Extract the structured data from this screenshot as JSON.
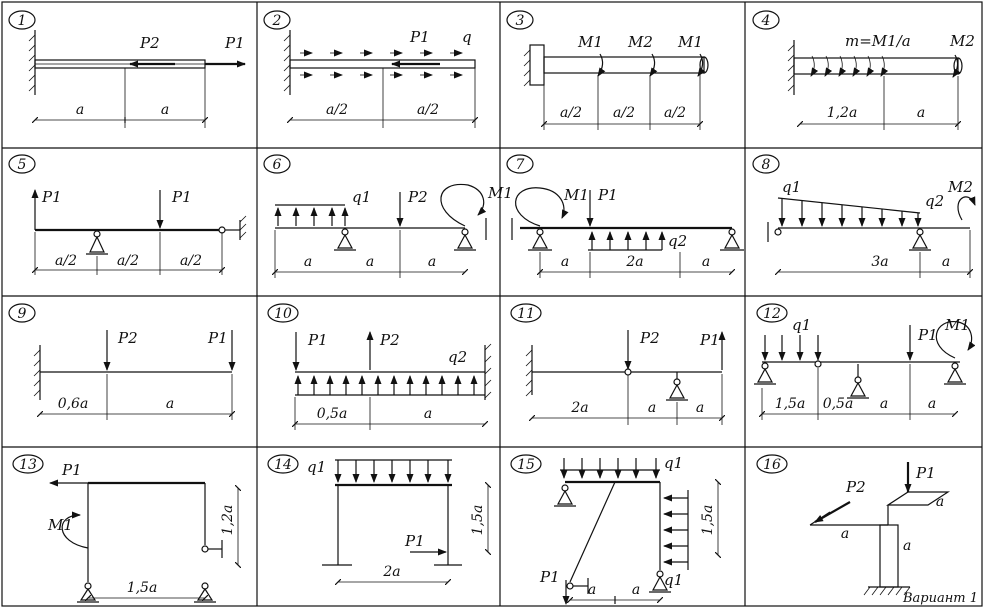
{
  "title": "",
  "footer_text": "Вариант 1",
  "cells": [
    {
      "num": "1",
      "labels": [
        "P2",
        "P1"
      ],
      "dims": [
        "a",
        "a"
      ]
    },
    {
      "num": "2",
      "labels": [
        "P1",
        "q"
      ],
      "dims": [
        "a/2",
        "a/2"
      ]
    },
    {
      "num": "3",
      "labels": [
        "M1",
        "M2",
        "M1"
      ],
      "dims": [
        "a/2",
        "a/2",
        "a/2"
      ]
    },
    {
      "num": "4",
      "labels": [
        "m=M1/a",
        "M2"
      ],
      "dims": [
        "1,2a",
        "a"
      ]
    },
    {
      "num": "5",
      "labels": [
        "P1",
        "P1"
      ],
      "dims": [
        "a/2",
        "a/2",
        "a/2"
      ]
    },
    {
      "num": "6",
      "labels": [
        "q1",
        "P2",
        "M1"
      ],
      "dims": [
        "a",
        "a",
        "a"
      ]
    },
    {
      "num": "7",
      "labels": [
        "M1",
        "P1",
        "q2"
      ],
      "dims": [
        "a",
        "2a",
        "a"
      ]
    },
    {
      "num": "8",
      "labels": [
        "q1",
        "q2",
        "M2"
      ],
      "dims": [
        "3a",
        "a"
      ]
    },
    {
      "num": "9",
      "labels": [
        "P2",
        "P1"
      ],
      "dims": [
        "0,6a",
        "a"
      ]
    },
    {
      "num": "10",
      "labels": [
        "P1",
        "P2",
        "q2"
      ],
      "dims": [
        "0,5a",
        "a"
      ]
    },
    {
      "num": "11",
      "labels": [
        "P2",
        "P1"
      ],
      "dims": [
        "2a",
        "a",
        "a"
      ]
    },
    {
      "num": "12",
      "labels": [
        "q1",
        "P1",
        "M1"
      ],
      "dims": [
        "1,5a",
        "0,5a",
        "a",
        "a"
      ]
    },
    {
      "num": "13",
      "labels": [
        "P1",
        "M1"
      ],
      "dims": [
        "1,5a",
        "1,2a"
      ]
    },
    {
      "num": "14",
      "labels": [
        "q1",
        "P1"
      ],
      "dims": [
        "2a",
        "1,5a"
      ]
    },
    {
      "num": "15",
      "labels": [
        "q1",
        "q1",
        "P1"
      ],
      "dims": [
        "a",
        "a",
        "1,5a"
      ]
    },
    {
      "num": "16",
      "labels": [
        "P1",
        "P2"
      ],
      "dims": [
        "a",
        "a",
        "a"
      ]
    }
  ]
}
